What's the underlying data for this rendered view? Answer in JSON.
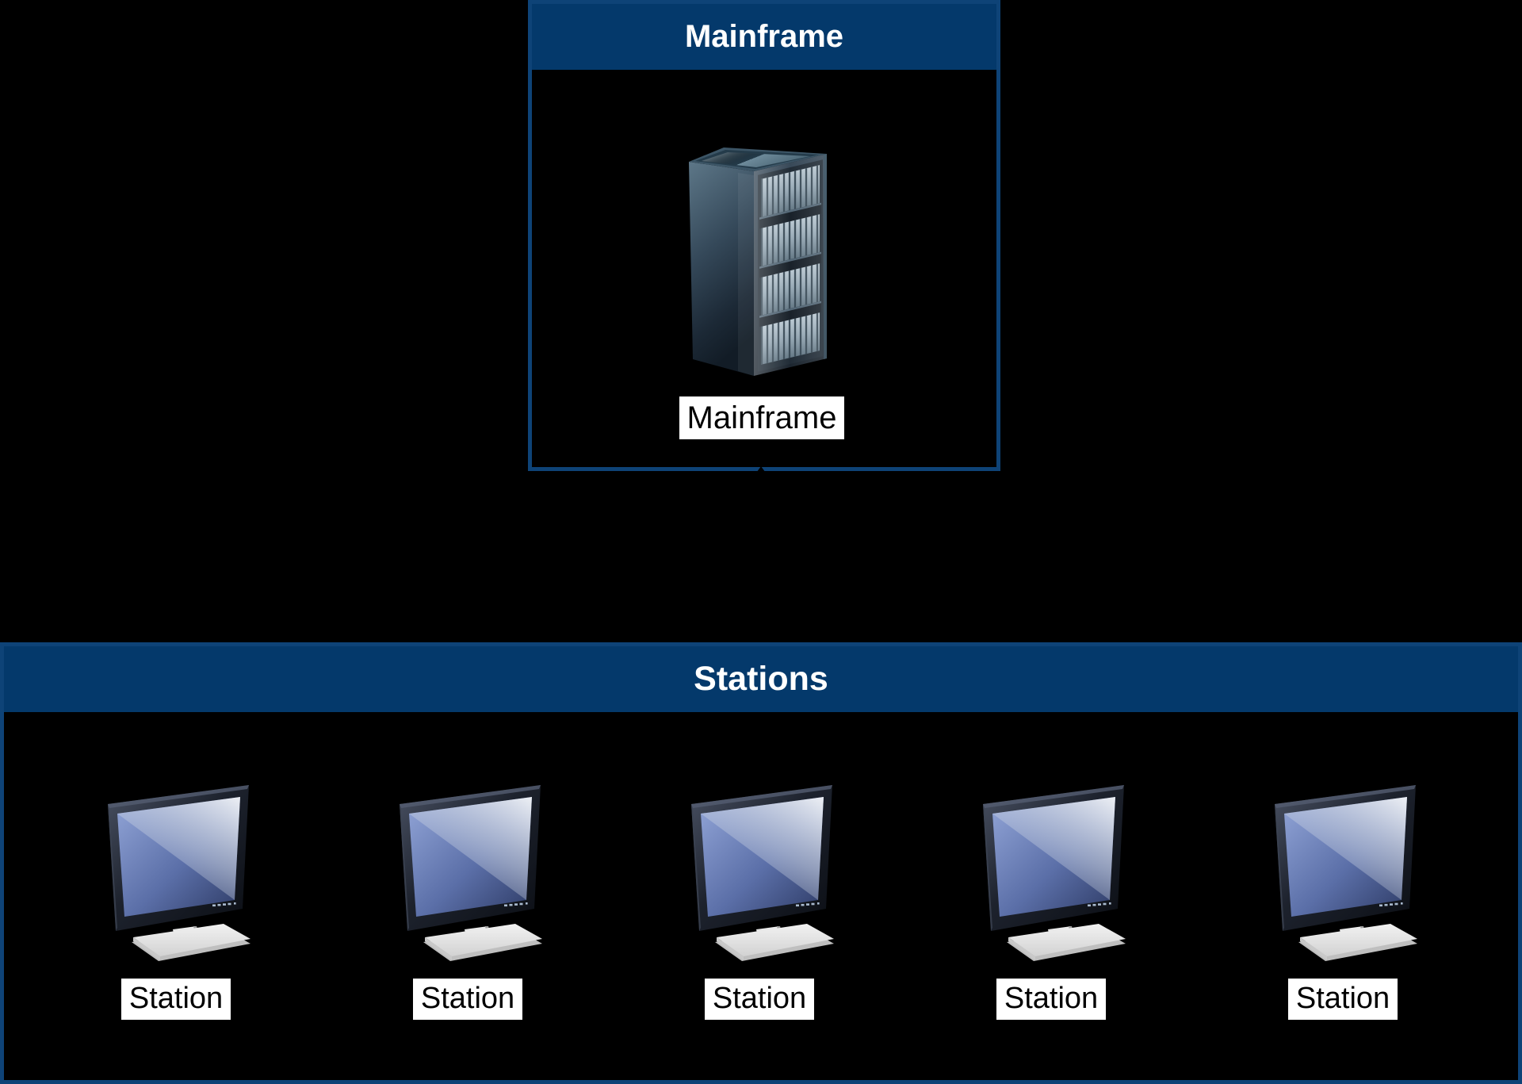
{
  "colors": {
    "background": "#000000",
    "group_header_bg": "#04396b",
    "group_border": "#0e4377",
    "group_header_text": "#ffffff",
    "node_label_bg": "#ffffff",
    "node_label_text": "#000000",
    "connector_color": "#000000"
  },
  "mainframe_group": {
    "title": "Mainframe",
    "node": {
      "label": "Mainframe",
      "icon": "server-rack-icon"
    }
  },
  "stations_group": {
    "title": "Stations",
    "nodes": [
      {
        "label": "Station",
        "icon": "monitor-icon"
      },
      {
        "label": "Station",
        "icon": "monitor-icon"
      },
      {
        "label": "Station",
        "icon": "monitor-icon"
      },
      {
        "label": "Station",
        "icon": "monitor-icon"
      },
      {
        "label": "Station",
        "icon": "monitor-icon"
      }
    ]
  },
  "connector": {
    "from": "Mainframe",
    "to": "Stations"
  }
}
